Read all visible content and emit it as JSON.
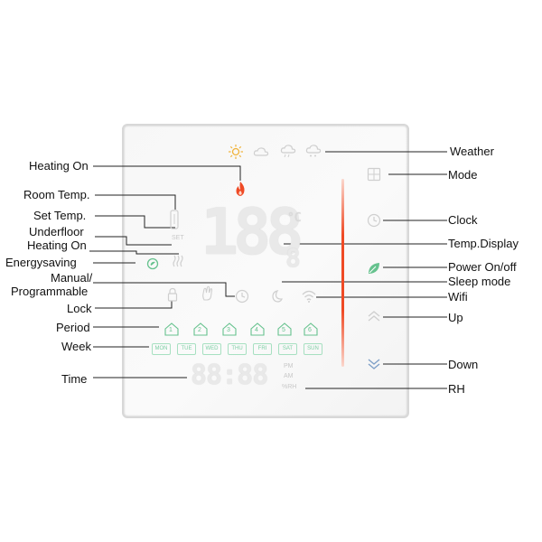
{
  "labels": {
    "heating_on": "Heating On",
    "room_temp": "Room Temp.",
    "set_temp": "Set  Temp.",
    "underfloor": "Underfloor",
    "heating_on_2": "Heating On",
    "energysaving": "Energysaving",
    "manual": "Manual/",
    "programmable": "Programmable",
    "lock": "Lock",
    "period": "Period",
    "week": "Week",
    "time": "Time",
    "weather": "Weather",
    "mode": "Mode",
    "clock": "Clock",
    "temp_display": "Temp.Display",
    "power": "Power On/off",
    "sleep": "Sleep mode",
    "wifi": "Wifi",
    "up": "Up",
    "down": "Down",
    "rh": "RH"
  },
  "display": {
    "temp_digits": "188",
    "temp_decimal": "8",
    "unit_c": "°C",
    "time_digits": "88:88",
    "pm": "PM",
    "am": "AM",
    "rh": "%RH"
  },
  "periods": [
    "1",
    "2",
    "3",
    "4",
    "5",
    "6"
  ],
  "week": [
    "MON",
    "TUE",
    "WED",
    "THU",
    "FRI",
    "SAT",
    "SUN"
  ],
  "colors": {
    "accent_red": "#ef4a25",
    "green": "#66c28e",
    "segment": "#e9e9e9",
    "icon_gray": "#c9c9c9"
  },
  "icons": [
    "sun-icon",
    "cloud-icon",
    "rain-icon",
    "snow-icon",
    "flame-icon",
    "mode-icon",
    "clock-icon",
    "leaf-icon",
    "moon-icon",
    "wifi-icon",
    "lock-icon",
    "hand-icon",
    "up-chevron-icon",
    "down-chevron-icon",
    "energy-icon",
    "underfloor-icon",
    "thermometer-icon"
  ]
}
